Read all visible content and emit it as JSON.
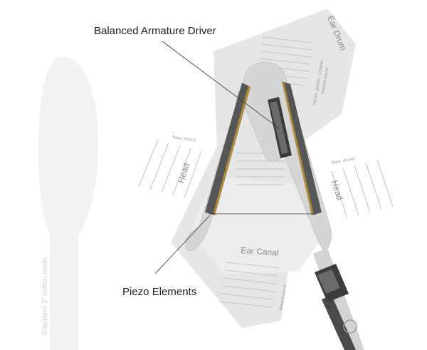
{
  "labels": {
    "balanced_armature": "Balanced Armature Driver",
    "piezo": "Piezo Elements",
    "ear_drum": "Ear Drum",
    "ear_canal": "Ear Canal",
    "head_left": "Head",
    "head_right": "Head",
    "swab": "Standard 3\" cotton swab",
    "bass_drums_left": "Bass, drums",
    "bass_drums_right": "Bass, drums",
    "vocals": "Vocals, guitars, cymbals",
    "natural_sound_top": "Natural sound",
    "natural_sound_bottom": "Natural sound"
  },
  "colors": {
    "ear_shape": "#e4e4e4",
    "tissue": "#eeeeee",
    "earpiece": "#dcdcdc",
    "piezo_plate": "#585858",
    "piezo_edge": "#b08a3a",
    "driver": "#3a3a3a",
    "cable": "#4a4a4a",
    "wave_lines": "#bdbdbd"
  }
}
